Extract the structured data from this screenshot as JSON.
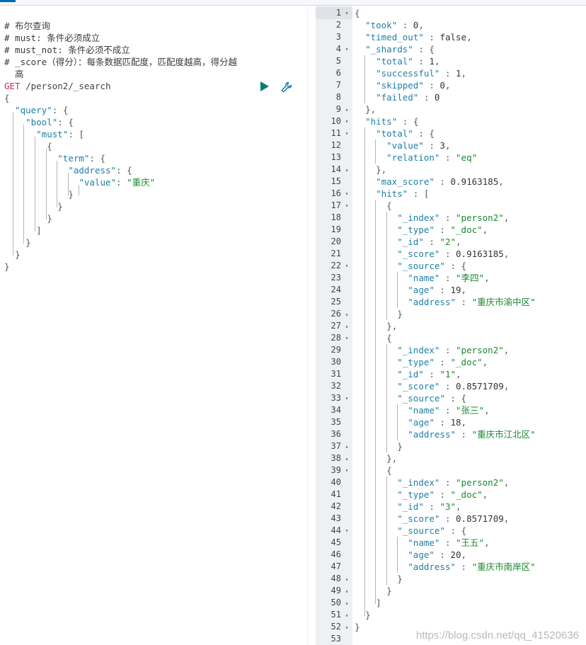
{
  "request": {
    "comments": [
      "# 布尔查询",
      "# must: 条件必须成立",
      "# must_not: 条件必须不成立",
      "# _score（得分）：每条数据匹配度，匹配度越高，得分越",
      "  高"
    ],
    "method": "GET",
    "path": "/person2/_search",
    "body_lines": [
      "{",
      "  \"query\": {",
      "    \"bool\": {",
      "      \"must\": [",
      "        {",
      "          \"term\": {",
      "            \"address\": {",
      "              \"value\": \"重庆\"",
      "            }",
      "          }",
      "        }",
      "      ]",
      "    }",
      "  }",
      "}"
    ]
  },
  "icons": {
    "run": "play-icon",
    "settings": "wrench-icon"
  },
  "colors": {
    "method": "#c62a6d",
    "json_key": "#1e7fa6",
    "json_string": "#178a2f",
    "run_button": "#017d73",
    "wrench": "#0079a5"
  },
  "response": {
    "lines": [
      {
        "n": "1",
        "f": "▾",
        "t": "{"
      },
      {
        "n": "2",
        "f": "",
        "t": "  \"took\" : 0,"
      },
      {
        "n": "3",
        "f": "",
        "t": "  \"timed_out\" : false,"
      },
      {
        "n": "4",
        "f": "▾",
        "t": "  \"_shards\" : {"
      },
      {
        "n": "5",
        "f": "",
        "t": "    \"total\" : 1,"
      },
      {
        "n": "6",
        "f": "",
        "t": "    \"successful\" : 1,"
      },
      {
        "n": "7",
        "f": "",
        "t": "    \"skipped\" : 0,"
      },
      {
        "n": "8",
        "f": "",
        "t": "    \"failed\" : 0"
      },
      {
        "n": "9",
        "f": "▴",
        "t": "  },"
      },
      {
        "n": "10",
        "f": "▾",
        "t": "  \"hits\" : {"
      },
      {
        "n": "11",
        "f": "▾",
        "t": "    \"total\" : {"
      },
      {
        "n": "12",
        "f": "",
        "t": "      \"value\" : 3,"
      },
      {
        "n": "13",
        "f": "",
        "t": "      \"relation\" : \"eq\""
      },
      {
        "n": "14",
        "f": "▴",
        "t": "    },"
      },
      {
        "n": "15",
        "f": "",
        "t": "    \"max_score\" : 0.9163185,"
      },
      {
        "n": "16",
        "f": "▾",
        "t": "    \"hits\" : ["
      },
      {
        "n": "17",
        "f": "▾",
        "t": "      {"
      },
      {
        "n": "18",
        "f": "",
        "t": "        \"_index\" : \"person2\","
      },
      {
        "n": "19",
        "f": "",
        "t": "        \"_type\" : \"_doc\","
      },
      {
        "n": "20",
        "f": "",
        "t": "        \"_id\" : \"2\","
      },
      {
        "n": "21",
        "f": "",
        "t": "        \"_score\" : 0.9163185,"
      },
      {
        "n": "22",
        "f": "▾",
        "t": "        \"_source\" : {"
      },
      {
        "n": "23",
        "f": "",
        "t": "          \"name\" : \"李四\","
      },
      {
        "n": "24",
        "f": "",
        "t": "          \"age\" : 19,"
      },
      {
        "n": "25",
        "f": "",
        "t": "          \"address\" : \"重庆市渝中区\""
      },
      {
        "n": "26",
        "f": "▴",
        "t": "        }"
      },
      {
        "n": "27",
        "f": "▴",
        "t": "      },"
      },
      {
        "n": "28",
        "f": "▾",
        "t": "      {"
      },
      {
        "n": "29",
        "f": "",
        "t": "        \"_index\" : \"person2\","
      },
      {
        "n": "30",
        "f": "",
        "t": "        \"_type\" : \"_doc\","
      },
      {
        "n": "31",
        "f": "",
        "t": "        \"_id\" : \"1\","
      },
      {
        "n": "32",
        "f": "",
        "t": "        \"_score\" : 0.8571709,"
      },
      {
        "n": "33",
        "f": "▾",
        "t": "        \"_source\" : {"
      },
      {
        "n": "34",
        "f": "",
        "t": "          \"name\" : \"张三\","
      },
      {
        "n": "35",
        "f": "",
        "t": "          \"age\" : 18,"
      },
      {
        "n": "36",
        "f": "",
        "t": "          \"address\" : \"重庆市江北区\""
      },
      {
        "n": "37",
        "f": "▴",
        "t": "        }"
      },
      {
        "n": "38",
        "f": "▴",
        "t": "      },"
      },
      {
        "n": "39",
        "f": "▾",
        "t": "      {"
      },
      {
        "n": "40",
        "f": "",
        "t": "        \"_index\" : \"person2\","
      },
      {
        "n": "41",
        "f": "",
        "t": "        \"_type\" : \"_doc\","
      },
      {
        "n": "42",
        "f": "",
        "t": "        \"_id\" : \"3\","
      },
      {
        "n": "43",
        "f": "",
        "t": "        \"_score\" : 0.8571709,"
      },
      {
        "n": "44",
        "f": "▾",
        "t": "        \"_source\" : {"
      },
      {
        "n": "45",
        "f": "",
        "t": "          \"name\" : \"王五\","
      },
      {
        "n": "46",
        "f": "",
        "t": "          \"age\" : 20,"
      },
      {
        "n": "47",
        "f": "",
        "t": "          \"address\" : \"重庆市南岸区\""
      },
      {
        "n": "48",
        "f": "▴",
        "t": "        }"
      },
      {
        "n": "49",
        "f": "▴",
        "t": "      }"
      },
      {
        "n": "50",
        "f": "▴",
        "t": "    ]"
      },
      {
        "n": "51",
        "f": "▴",
        "t": "  }"
      },
      {
        "n": "52",
        "f": "▴",
        "t": "}"
      },
      {
        "n": "53",
        "f": "",
        "t": ""
      }
    ]
  },
  "watermark": "https://blog.csdn.net/qq_41520636"
}
